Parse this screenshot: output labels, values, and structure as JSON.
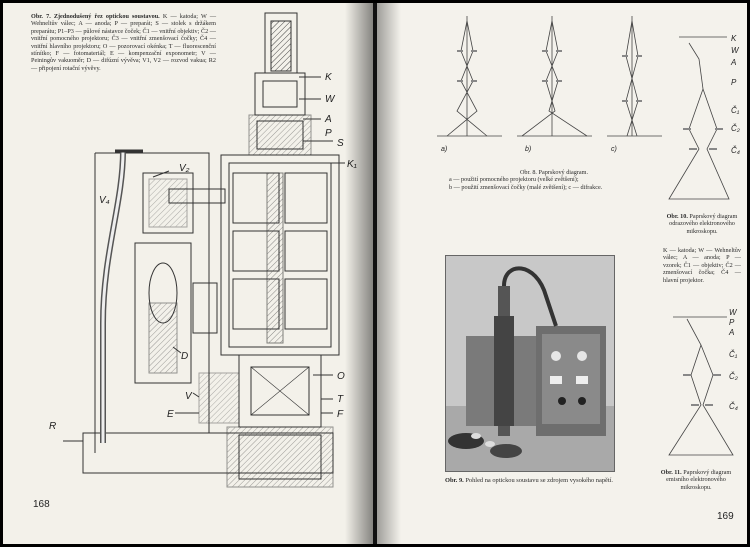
{
  "left_page": {
    "number": "168",
    "caption_title": "Obr. 7. Zjednodušený řez optickou soustavou.",
    "caption_body": "K — katoda; W — Wehneltův válec; A — anoda; P — preparát; S — stolek s držákem preparátu; P1–P3 — půlové nástavce čoček; Č1 — vnitřní objektiv; Č2 — vnitřní pomocného projektoru; Č3 — vnitřní zmenšovací čočky; Č4 — vnitřní hlavního projektoru; O — pozorovací okénka; T — fluorescenční stínítko; F — fotomateriál; E — kompenzační exponometr; V — Peiningův vakuoměr; D — difúzní vývěva; V1, V2 — rozvod vakua; R2 — připojení rotační vývěvy.",
    "figure_labels": {
      "K": "K",
      "W": "W",
      "A": "A",
      "P": "P",
      "S": "S",
      "K1": "K₁",
      "V2": "V₂",
      "V4": "V₄",
      "D": "D",
      "V": "V",
      "E": "E",
      "R": "R",
      "O": "O",
      "T": "T",
      "F": "F"
    }
  },
  "right_page": {
    "number": "169",
    "fig8_caption_title": "Obr. 8. Paprskový diagram.",
    "fig8_caption_a": "a — použití pomocného projektoru (velké zvětšení);",
    "fig8_caption_b": "b — použití zmenšovací čočky (malé zvětšení); c — difrakce.",
    "fig8_sub": [
      "a)",
      "b)",
      "c)"
    ],
    "fig9_caption_title": "Obr. 9.",
    "fig9_caption_body": "Pohled na optickou soustavu se zdrojem vysokého napětí.",
    "fig10_caption_title": "Obr. 10.",
    "fig10_caption_body": "Paprskový diagram odrazového elektronového mikroskopu.",
    "fig10_legend": "K — katoda; W — Wehneltův válec; A — anoda; P — vzorek; Č1 — objektiv; Č2 — zmenšovací čočka; Č4 — hlavní projektor.",
    "fig10_labels": {
      "K": "K",
      "W": "W",
      "A": "A",
      "P": "P",
      "C1": "Č₁",
      "C2": "Č₂",
      "C4": "Č₄"
    },
    "fig11_caption_title": "Obr. 11.",
    "fig11_caption_body": "Paprskový diagram emisního elektronového mikroskopu.",
    "fig11_labels": {
      "W": "W",
      "P": "P",
      "A": "A",
      "C1": "Č₁",
      "C2": "Č₂",
      "C4": "Č₄"
    }
  }
}
